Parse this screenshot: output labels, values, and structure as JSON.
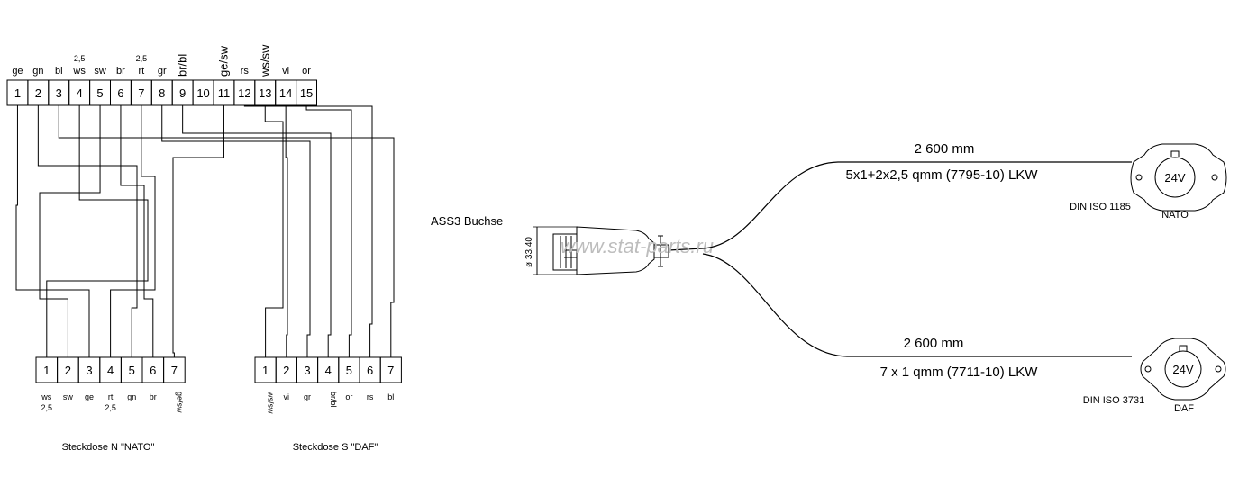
{
  "connector_top": {
    "pins": [
      {
        "num": "1",
        "label": "ge"
      },
      {
        "num": "2",
        "label": "gn"
      },
      {
        "num": "3",
        "label": "bl"
      },
      {
        "num": "4",
        "label": "ws",
        "sub": "2,5"
      },
      {
        "num": "5",
        "label": "sw"
      },
      {
        "num": "6",
        "label": "br"
      },
      {
        "num": "7",
        "label": "rt",
        "sub": "2,5"
      },
      {
        "num": "8",
        "label": "gr"
      },
      {
        "num": "9",
        "label": "br/bl",
        "vertical": true
      },
      {
        "num": "10",
        "label": ""
      },
      {
        "num": "11",
        "label": "ge/sw",
        "vertical": true
      },
      {
        "num": "12",
        "label": "rs"
      },
      {
        "num": "13",
        "label": "ws/sw",
        "vertical": true
      },
      {
        "num": "14",
        "label": "vi"
      },
      {
        "num": "15",
        "label": "or"
      }
    ]
  },
  "socket_nato": {
    "caption": "Steckdose  N  \"NATO\"",
    "pins": [
      {
        "num": "1",
        "label": "ws",
        "sub": "2,5"
      },
      {
        "num": "2",
        "label": "sw"
      },
      {
        "num": "3",
        "label": "ge"
      },
      {
        "num": "4",
        "label": "rt",
        "sub": "2,5"
      },
      {
        "num": "5",
        "label": "gn"
      },
      {
        "num": "6",
        "label": "br"
      },
      {
        "num": "7",
        "label": "ge/sw",
        "vertical": true
      }
    ]
  },
  "socket_daf": {
    "caption": "Steckdose  S  \"DAF\"",
    "pins": [
      {
        "num": "1",
        "label": "ws/sw",
        "vertical": true
      },
      {
        "num": "2",
        "label": "vi"
      },
      {
        "num": "3",
        "label": "gr"
      },
      {
        "num": "4",
        "label": "br/bl",
        "vertical": true
      },
      {
        "num": "5",
        "label": "or"
      },
      {
        "num": "6",
        "label": "rs"
      },
      {
        "num": "7",
        "label": "bl"
      }
    ]
  },
  "wiring": {
    "nato": [
      [
        1,
        4
      ],
      [
        2,
        5
      ],
      [
        3,
        1
      ],
      [
        4,
        7
      ],
      [
        5,
        2
      ],
      [
        6,
        6
      ],
      [
        7,
        11
      ]
    ],
    "daf": [
      [
        1,
        13
      ],
      [
        2,
        14
      ],
      [
        3,
        8
      ],
      [
        4,
        9
      ],
      [
        5,
        15
      ],
      [
        6,
        12
      ],
      [
        7,
        3
      ]
    ]
  },
  "cable": {
    "plug_label": "ASS3 Buchse",
    "diameter": "ø 33,40",
    "watermark": "www.stat-parts.ru",
    "upper_length": "2 600 mm",
    "upper_spec": "5x1+2x2,5 qmm (7795-10) LKW",
    "upper_std": "DIN ISO 1185",
    "upper_socket_voltage": "24V",
    "upper_socket_name": "NATO",
    "lower_length": "2 600 mm",
    "lower_spec": "7 x 1 qmm (7711-10) LKW",
    "lower_std": "DIN ISO 3731",
    "lower_socket_voltage": "24V",
    "lower_socket_name": "DAF"
  }
}
